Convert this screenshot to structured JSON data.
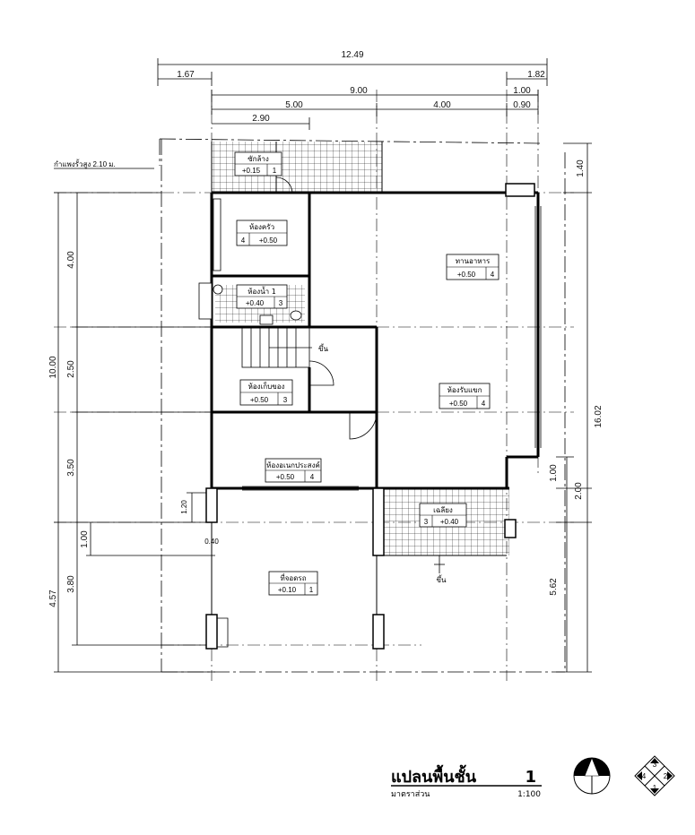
{
  "dimensions": {
    "overall_width": "12.49",
    "left_offset": "1.67",
    "right_offset": "1.82",
    "main_width": "9.00",
    "right_1": "1.00",
    "right_2": "0.90",
    "span_left": "5.00",
    "span_right": "4.00",
    "kitchen_width": "2.90",
    "wall_note": "กำแพงรั้วสูง 2.10 ม.",
    "left_total": "10.00",
    "left_a": "4.00",
    "left_b": "2.50",
    "left_c": "3.50",
    "left_lower": "4.57",
    "left_d": "3.80",
    "left_e": "1.00",
    "small_120": "1.20",
    "small_040": "0.40",
    "right_top": "1.40",
    "right_total": "16.02",
    "right_mid1": "1.00",
    "right_mid2": "2.00",
    "right_low": "5.62"
  },
  "rooms": {
    "laundry": {
      "name": "ซักล้าง",
      "level": "+0.15",
      "num": "1"
    },
    "kitchen": {
      "name": "ห้องครัว",
      "level": "+0.50",
      "num": "4"
    },
    "dining": {
      "name": "ทานอาหาร",
      "level": "+0.50",
      "num": "4"
    },
    "bathroom": {
      "name": "ห้องน้ำ 1",
      "level": "+0.40",
      "num": "3"
    },
    "storage": {
      "name": "ห้องเก็บของ",
      "level": "+0.50",
      "num": "3"
    },
    "living": {
      "name": "ห้องรับแขก",
      "level": "+0.50",
      "num": "4"
    },
    "multi": {
      "name": "ห้องอเนกประสงค์",
      "level": "+0.50",
      "num": "4"
    },
    "terrace": {
      "name": "เฉลียง",
      "level": "+0.40",
      "num": "3"
    },
    "parking": {
      "name": "ที่จอดรถ",
      "level": "+0.10",
      "num": "1"
    }
  },
  "labels": {
    "up_stair": "ขึ้น",
    "up_terrace": "ขึ้น"
  },
  "title_block": {
    "title": "แปลนพื้นชั้น",
    "number": "1",
    "scale_label": "มาตราส่วน",
    "scale_value": "1:100"
  },
  "key_plan": {
    "n1": "1",
    "n2": "2",
    "n3": "3",
    "n4": "4"
  }
}
